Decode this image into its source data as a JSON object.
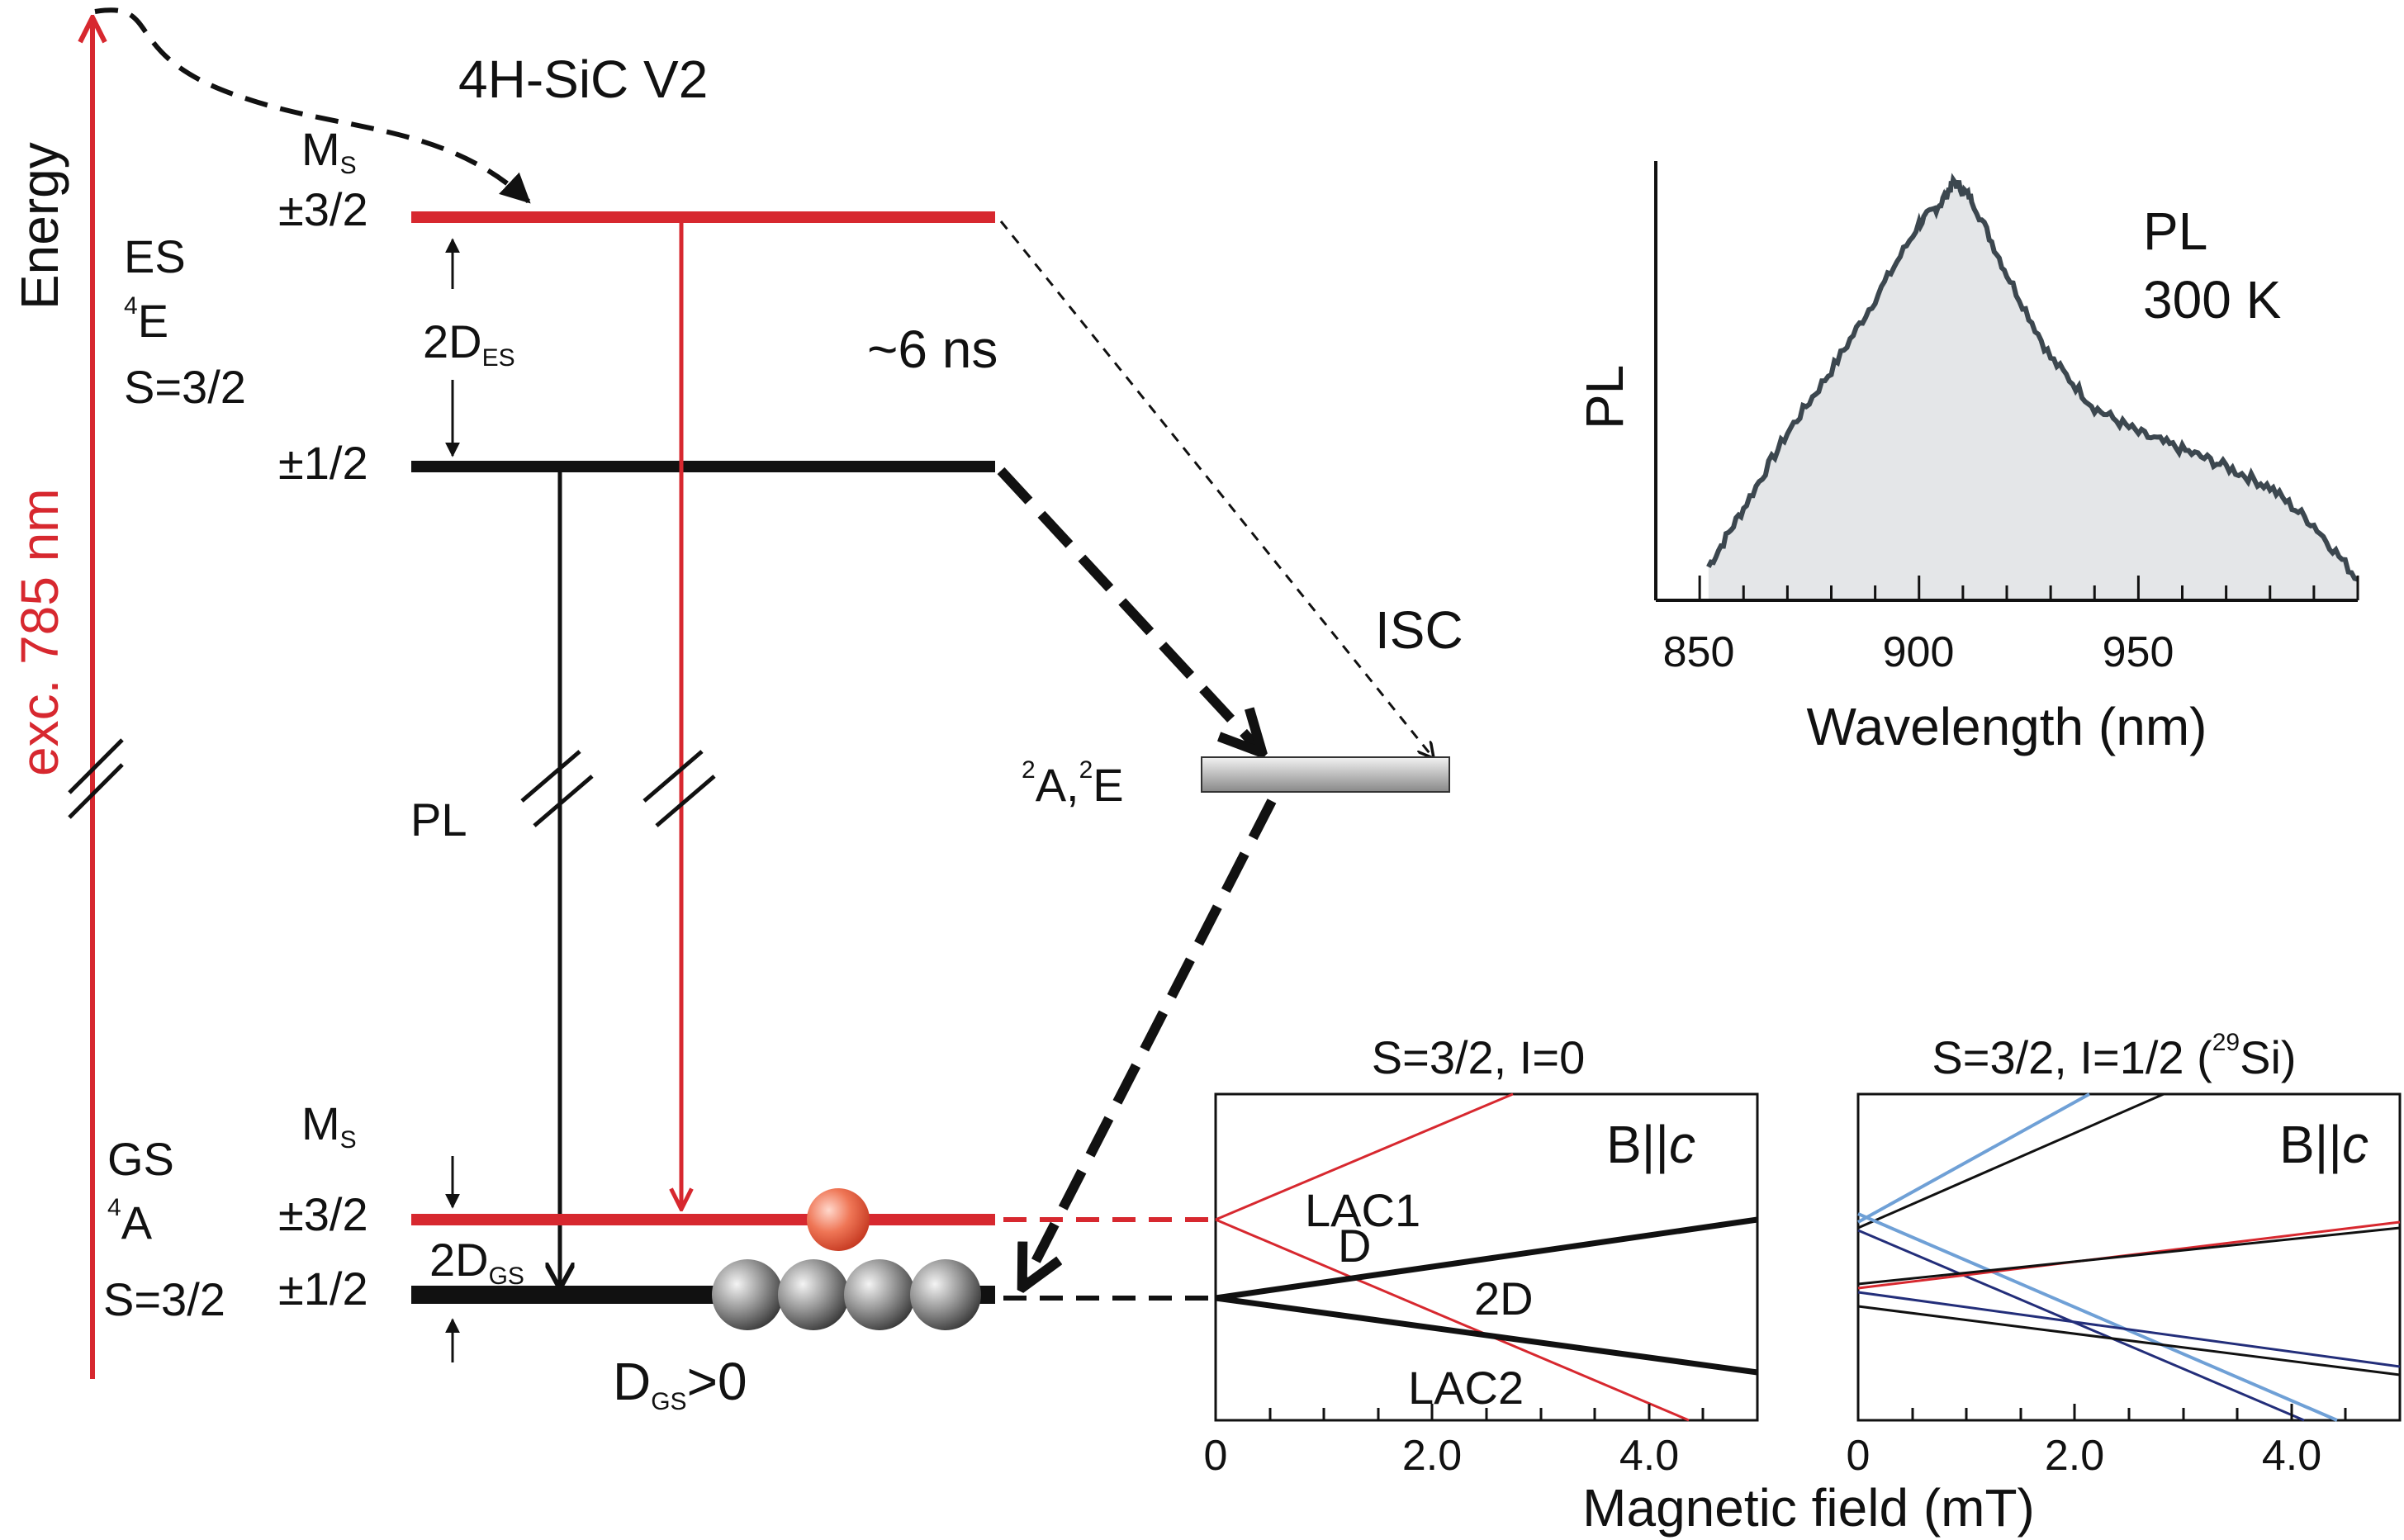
{
  "title": "4H-SiC  V2",
  "energy_axis": {
    "label": "Energy",
    "excitation": "exc. 785 nm"
  },
  "excited_state": {
    "name": "ES",
    "term": "E",
    "term_sup": "4",
    "spin": "S=3/2",
    "ms_label": "M",
    "ms_sub": "S",
    "upper": "±3/2",
    "lower": "±1/2",
    "splitting": "2D",
    "splitting_sub": "ES"
  },
  "lifetime": "~6 ns",
  "isc": "ISC",
  "metastable": {
    "a": "A,",
    "a_sup": "2",
    "e": "E",
    "e_sup": "2"
  },
  "ground_state": {
    "name": "GS",
    "term": "A",
    "term_sup": "4",
    "spin": "S=3/2",
    "ms_label": "M",
    "ms_sub": "S",
    "upper": "±3/2",
    "lower": "±1/2",
    "splitting": "2D",
    "splitting_sub": "GS",
    "d_label": "D",
    "d_sub": "GS",
    "d_rel": ">0"
  },
  "pl_label": "PL",
  "pl_spectrum": {
    "label": "PL",
    "temp": "300 K",
    "ylabel": "PL",
    "xlabel": "Wavelength (nm)",
    "xticks": [
      "850",
      "900",
      "950"
    ]
  },
  "lac_left": {
    "title": "S=3/2, I=0",
    "field": "B||",
    "field_axis": "c",
    "lac1": "LAC1",
    "lac2": "LAC2",
    "d": "D",
    "two_d": "2D",
    "xticks": [
      "0",
      "2.0",
      "4.0"
    ]
  },
  "lac_right": {
    "title_a": "S=3/2, I=1/2 (",
    "title_sup": "29",
    "title_b": "Si)",
    "field": "B||",
    "field_axis": "c",
    "xticks": [
      "0",
      "2.0",
      "4.0"
    ]
  },
  "xaxis_common": "Magnetic field (mT)",
  "colors": {
    "red": "#d7282f",
    "black": "#111111",
    "light_blue": "#6fa0d6",
    "dark_blue": "#232e7a",
    "fill_gray": "#e4e6e8"
  },
  "chart_data": {
    "type": "area",
    "x": [
      852,
      860,
      870,
      880,
      890,
      900,
      905,
      908,
      912,
      920,
      930,
      940,
      950,
      960,
      970,
      980,
      990,
      1000
    ],
    "values": [
      0.08,
      0.22,
      0.4,
      0.55,
      0.72,
      0.9,
      0.95,
      1.0,
      0.96,
      0.78,
      0.58,
      0.46,
      0.4,
      0.36,
      0.32,
      0.27,
      0.18,
      0.05
    ],
    "xlim": [
      840,
      1000
    ],
    "ylim": [
      0,
      1.05
    ],
    "title": "",
    "xlabel": "Wavelength (nm)",
    "ylabel": "PL"
  }
}
